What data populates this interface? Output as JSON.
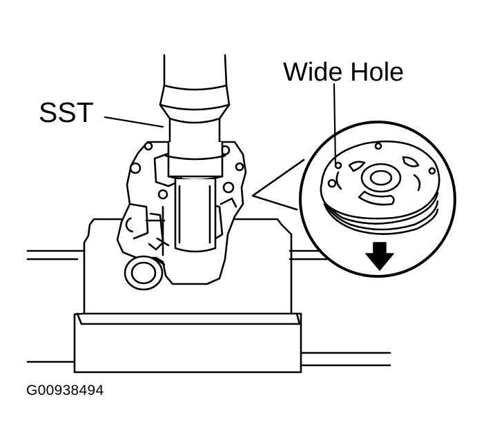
{
  "labels": {
    "tool": "SST",
    "detail": "Wide Hole"
  },
  "figure_id": "G00938494",
  "colors": {
    "ink": "#000000",
    "paper": "#ffffff"
  },
  "icons": {
    "press_direction": "arrow-down-icon"
  }
}
